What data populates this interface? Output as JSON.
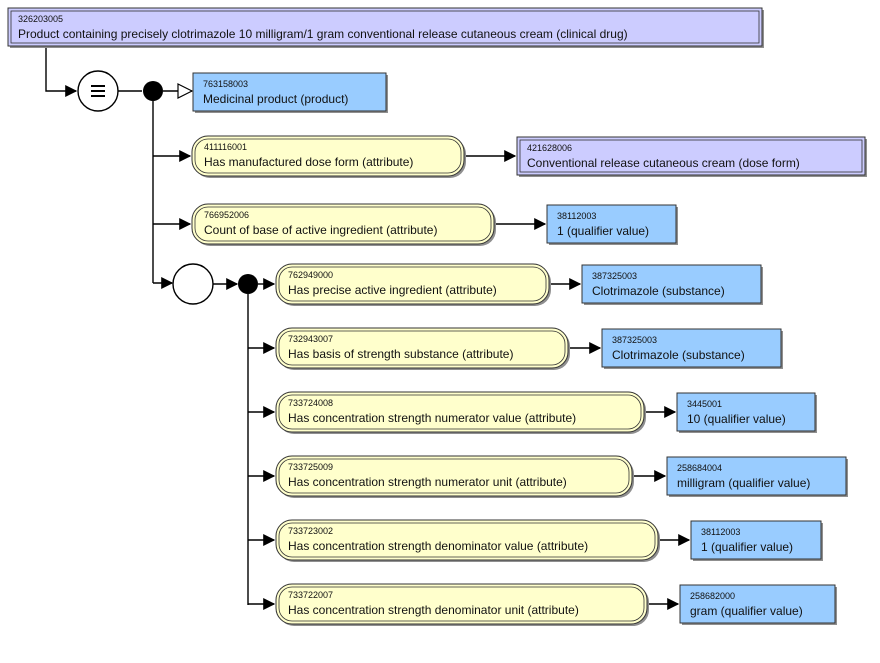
{
  "colors": {
    "defined_concept": "#ccccff",
    "primitive_concept": "#99ccff",
    "attribute": "#ffffcc",
    "line": "#000000"
  },
  "icons": {
    "equivalence": "equivalence-icon",
    "conjunction": "conjunction-dot-icon",
    "group": "role-group-icon",
    "isa_arrow": "open-triangle-arrow-icon"
  },
  "focus": {
    "id": "326203005",
    "label": "Product containing precisely clotrimazole 10 milligram/1 gram conventional release cutaneous cream (clinical drug)",
    "kind": "defined"
  },
  "parent": {
    "id": "763158003",
    "label": "Medicinal product (product)",
    "kind": "primitive"
  },
  "ungrouped": [
    {
      "attribute": {
        "id": "411116001",
        "label": "Has manufactured dose form (attribute)"
      },
      "value": {
        "id": "421628006",
        "label": "Conventional release cutaneous cream (dose form)",
        "kind": "defined"
      }
    },
    {
      "attribute": {
        "id": "766952006",
        "label": "Count of base of active ingredient (attribute)"
      },
      "value": {
        "id": "38112003",
        "label": "1 (qualifier value)",
        "kind": "primitive"
      }
    }
  ],
  "group": [
    {
      "attribute": {
        "id": "762949000",
        "label": "Has precise active ingredient (attribute)"
      },
      "value": {
        "id": "387325003",
        "label": "Clotrimazole (substance)",
        "kind": "primitive"
      }
    },
    {
      "attribute": {
        "id": "732943007",
        "label": "Has basis of strength substance (attribute)"
      },
      "value": {
        "id": "387325003",
        "label": "Clotrimazole (substance)",
        "kind": "primitive"
      }
    },
    {
      "attribute": {
        "id": "733724008",
        "label": "Has concentration strength numerator value (attribute)"
      },
      "value": {
        "id": "3445001",
        "label": "10 (qualifier value)",
        "kind": "primitive"
      }
    },
    {
      "attribute": {
        "id": "733725009",
        "label": "Has concentration strength numerator unit (attribute)"
      },
      "value": {
        "id": "258684004",
        "label": "milligram (qualifier value)",
        "kind": "primitive"
      }
    },
    {
      "attribute": {
        "id": "733723002",
        "label": "Has concentration strength denominator value (attribute)"
      },
      "value": {
        "id": "38112003",
        "label": "1 (qualifier value)",
        "kind": "primitive"
      }
    },
    {
      "attribute": {
        "id": "733722007",
        "label": "Has concentration strength denominator unit (attribute)"
      },
      "value": {
        "id": "258682000",
        "label": "gram (qualifier value)",
        "kind": "primitive"
      }
    }
  ]
}
